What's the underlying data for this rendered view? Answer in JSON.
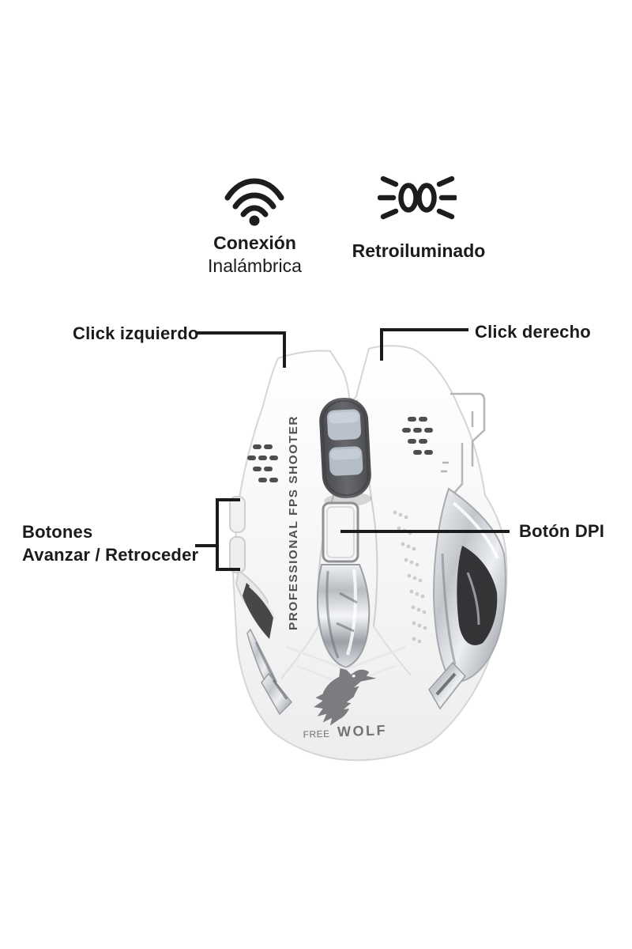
{
  "background_color": "#ffffff",
  "line_color": "#1b1b1b",
  "features": {
    "wireless": {
      "icon": "wifi-icon",
      "line1": "Conexión",
      "line2": "Inalámbrica"
    },
    "backlight": {
      "icon": "backlight-icon",
      "label": "Retroiluminado"
    }
  },
  "callouts": {
    "left_click": "Click izquierdo",
    "right_click": "Click derecho",
    "side_buttons_line1": "Botones",
    "side_buttons_line2": "Avanzar / Retroceder",
    "dpi": "Botón DPI"
  },
  "mouse": {
    "side_text": "PROFESSIONAL FPS SHOOTER",
    "brand_word1": "FREE",
    "brand_word2": "WOLF",
    "colors": {
      "body": "#fafafa",
      "body_edge": "#d6d6d6",
      "wheel": "#56575b",
      "wheel_pads": "#b9c1cb",
      "chrome_light": "#f2f3f5",
      "chrome_mid": "#b7bbc0",
      "dark_accent": "#3a3a3d",
      "vent_holes": "#4e4e50",
      "circuit_trace": "#b5b5b5",
      "logo_gray": "#7c7c80"
    }
  }
}
